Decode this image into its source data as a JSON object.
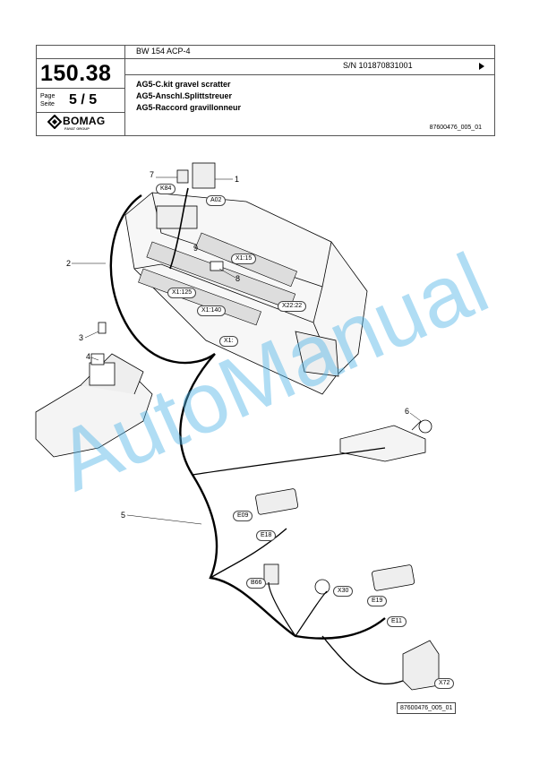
{
  "header": {
    "page_code": "150.38",
    "page_label_de": "Page",
    "page_label_fr": "Seite",
    "page_value": "5 / 5",
    "brand": "BOMAG",
    "brand_sub": "FAYAT GROUP",
    "model": "BW 154 ACP-4",
    "serial": "S/N 101870831001",
    "title_en": "AG5-C.kit gravel scratter",
    "title_de": "AG5-Anschl.Splittstreuer",
    "title_fr": "AG5-Raccord gravillonneur",
    "doc_ref": "87600476_005_01"
  },
  "diagram": {
    "callouts": {
      "k84": "K84",
      "a02": "A02",
      "x1_15": "X1:15",
      "x1_125": "X1:125",
      "x1_140": "X1:140",
      "x22_22": "X22:22",
      "x1": "X1:",
      "e09": "E09",
      "e18": "E18",
      "b66": "B66",
      "x30": "X30",
      "e19": "E19",
      "e11": "E11",
      "x72": "X72"
    },
    "item_numbers": {
      "n1": "1",
      "n2": "2",
      "n3": "3",
      "n4": "4",
      "n5": "5",
      "n6": "6",
      "n7": "7",
      "n8": "8",
      "n9": "9"
    },
    "doc_ref": "87600476_005_01"
  },
  "watermark": "AutoManual",
  "colors": {
    "watermark": "#50b4e6",
    "line": "#000000"
  }
}
